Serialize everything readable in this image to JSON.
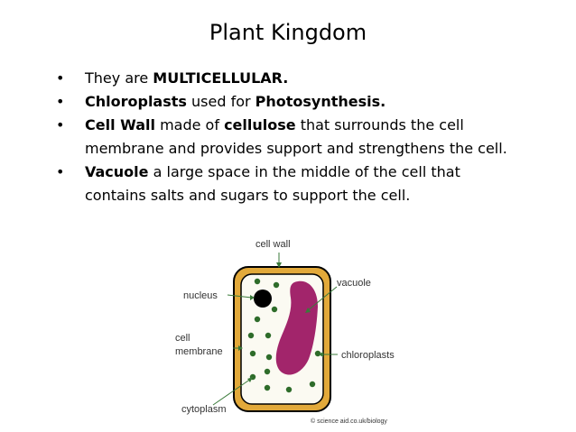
{
  "slide": {
    "title": "Plant Kingdom",
    "bullet_char": "•",
    "bullets": [
      {
        "parts": [
          {
            "text": "They are ",
            "bold": false
          },
          {
            "text": "MULTICELLULAR.",
            "bold": true
          }
        ]
      },
      {
        "parts": [
          {
            "text": "Chloroplasts",
            "bold": true
          },
          {
            "text": " used for ",
            "bold": false
          },
          {
            "text": "Photosynthesis.",
            "bold": true
          }
        ]
      },
      {
        "parts": [
          {
            "text": "Cell Wall",
            "bold": true
          },
          {
            "text": " made of ",
            "bold": false
          },
          {
            "text": "cellulose",
            "bold": true
          },
          {
            "text": " that surrounds the cell membrane and provides support and strengthens the cell.",
            "bold": false
          }
        ]
      },
      {
        "parts": [
          {
            "text": "Vacuole",
            "bold": true
          },
          {
            "text": " a large space in the middle of the cell that contains salts and sugars to support the cell.",
            "bold": false
          }
        ]
      }
    ]
  },
  "diagram": {
    "labels": {
      "cell_wall": "cell wall",
      "vacuole": "vacuole",
      "nucleus": "nucleus",
      "cell": "cell",
      "membrane": "membrane",
      "chloroplasts": "chloroplasts",
      "cytoplasm": "cytoplasm"
    },
    "credit": "© science aid.co.uk/biology",
    "colors": {
      "wall": "#000000",
      "wall_fill": "#e2a93a",
      "cytoplasm": "#fbfaf2",
      "vacuole": "#a2256b",
      "chloroplast": "#2e6c2a",
      "nucleus": "#000000",
      "pointer": "#3a7a3a"
    }
  }
}
